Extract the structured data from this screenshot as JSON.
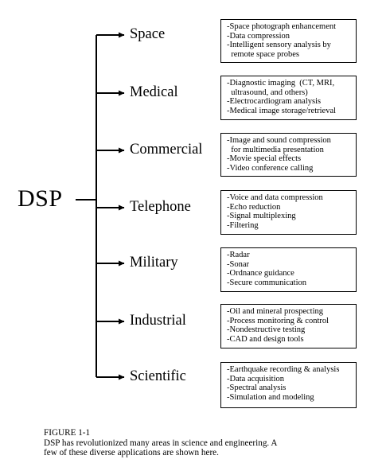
{
  "diagram": {
    "root": "DSP",
    "branches": [
      {
        "label": "Space",
        "items": [
          "-Space photograph enhancement",
          "-Data compression",
          "-Intelligent sensory analysis by",
          "  remote space probes"
        ]
      },
      {
        "label": "Medical",
        "items": [
          "-Diagnostic imaging  (CT, MRI,",
          "  ultrasound, and others)",
          "-Electrocardiogram analysis",
          "-Medical image storage/retrieval"
        ]
      },
      {
        "label": "Commercial",
        "items": [
          "-Image and sound compression",
          "  for multimedia presentation",
          "-Movie special effects",
          "-Video conference calling"
        ]
      },
      {
        "label": "Telephone",
        "items": [
          "-Voice and data compression",
          "-Echo reduction",
          "-Signal multiplexing",
          "-Filtering"
        ]
      },
      {
        "label": "Military",
        "items": [
          "-Radar",
          "-Sonar",
          "-Ordnance guidance",
          "-Secure communication"
        ]
      },
      {
        "label": "Industrial",
        "items": [
          "-Oil and mineral prospecting",
          "-Process monitoring & control",
          "-Nondestructive testing",
          "-CAD and design tools"
        ]
      },
      {
        "label": "Scientific",
        "items": [
          "-Earthquake recording & analysis",
          "-Data acquisition",
          "-Spectral analysis",
          "-Simulation and modeling"
        ]
      }
    ]
  },
  "caption": {
    "figure_id": "FIGURE 1-1",
    "lines": [
      "DSP has revolutionized many areas in science and engineering. A",
      "few of these diverse applications are shown here."
    ]
  }
}
